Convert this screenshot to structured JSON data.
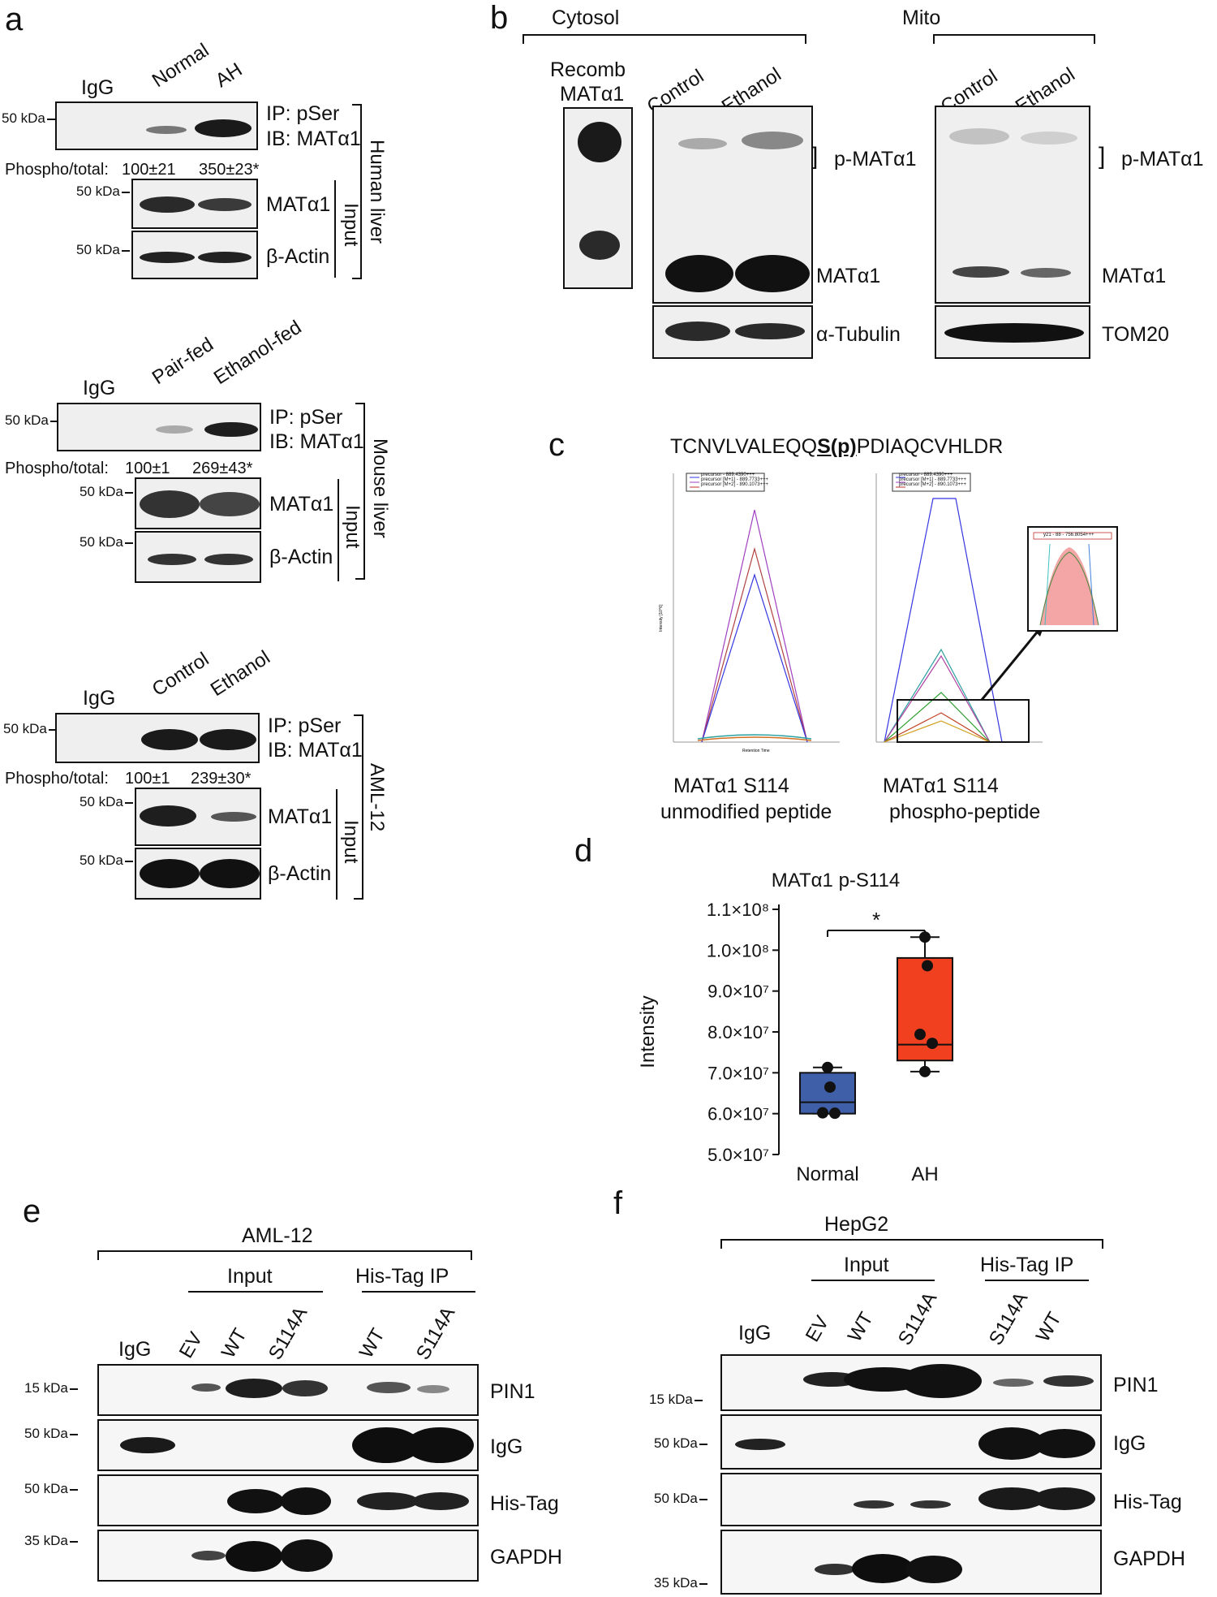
{
  "panel_labels": {
    "a": "a",
    "b": "b",
    "c": "c",
    "d": "d",
    "e": "e",
    "f": "f"
  },
  "common": {
    "ip": "IP: pSer",
    "ib": "IB: MATα1",
    "input": "Input",
    "mat": "MATα1",
    "actin": "β-Actin",
    "kda50": "50 kDa",
    "kda15": "15 kDa",
    "kda35": "35 kDa",
    "phospho_total": "Phospho/total:",
    "igg": "IgG"
  },
  "a_human": {
    "col_normal": "Normal",
    "col_ah": "AH",
    "val1": "100±21",
    "val2": "350±23*",
    "side": "Human liver"
  },
  "a_mouse": {
    "col_pair": "Pair-fed",
    "col_eth": "Ethanol-fed",
    "val1": "100±1",
    "val2": "269±43*",
    "side": "Mouse liver"
  },
  "a_aml": {
    "col_control": "Control",
    "col_ethanol": "Ethanol",
    "val1": "100±1",
    "val2": "239±30*",
    "side": "AML-12"
  },
  "b": {
    "recomb1": "Recomb",
    "recomb2": "MATα1",
    "cytosol": "Cytosol",
    "mito": "Mito",
    "control": "Control",
    "ethanol": "Ethanol",
    "p_mat": "p-MATα1",
    "mat": "MATα1",
    "tubulin": "α-Tubulin",
    "tom20": "TOM20"
  },
  "c": {
    "seq_pre": "TCNVLVALEQQ",
    "seq_mod": "S(p)",
    "seq_post": "PDIAQCVHLDR",
    "cap_left_1": "MATα1 S114",
    "cap_left_2": "unmodified peptide",
    "cap_right_1": "MATα1 S114",
    "cap_right_2": "phospho-peptide",
    "axis_y": "Intensity [10^6]",
    "axis_x": "Retention Time",
    "leg1": "precursor - 889.4390+++",
    "leg2": "precursor [M+1] - 889.7733+++",
    "leg3": "precursor [M+2] - 890.1073+++",
    "inset_leg": "y21 - 88 - 756.8054+++"
  },
  "d": {
    "title": "MATα1 p-S114",
    "ylabel": "Intensity",
    "sig": "*",
    "yticks": [
      "5.0×10⁷",
      "6.0×10⁷",
      "7.0×10⁷",
      "8.0×10⁷",
      "9.0×10⁷",
      "1.0×10⁸",
      "1.1×10⁸"
    ]
  },
  "e": {
    "cell": "AML-12",
    "input": "Input",
    "his_ip": "His-Tag IP",
    "lanes": [
      "IgG",
      "EV",
      "WT",
      "S114A",
      "WT",
      "S114A"
    ],
    "rows": [
      "PIN1",
      "IgG",
      "His-Tag",
      "GAPDH"
    ]
  },
  "f": {
    "cell": "HepG2",
    "input": "Input",
    "his_ip": "His-Tag IP",
    "lanes": [
      "IgG",
      "EV",
      "WT",
      "S114A",
      "S114A",
      "WT"
    ],
    "rows": [
      "PIN1",
      "IgG",
      "His-Tag",
      "GAPDH"
    ]
  },
  "chart_data": {
    "type": "box",
    "title": "MATα1 p-S114",
    "ylabel": "Intensity",
    "ylim": [
      50000000,
      110000000
    ],
    "categories": [
      "Normal",
      "AH"
    ],
    "colors": [
      "#3f5fa8",
      "#f0401f"
    ],
    "box": [
      {
        "name": "Normal",
        "min": 60000000,
        "q1": 60000000,
        "median": 62800000,
        "q3": 70000000,
        "max": 71300000,
        "points": [
          71300000,
          66500000,
          60200000,
          60100000
        ]
      },
      {
        "name": "AH",
        "min": 70300000,
        "q1": 73000000,
        "median": 76900000,
        "q3": 98100000,
        "max": 103200000,
        "points": [
          103200000,
          96200000,
          79400000,
          77200000,
          70300000
        ]
      }
    ],
    "significance": "*"
  }
}
